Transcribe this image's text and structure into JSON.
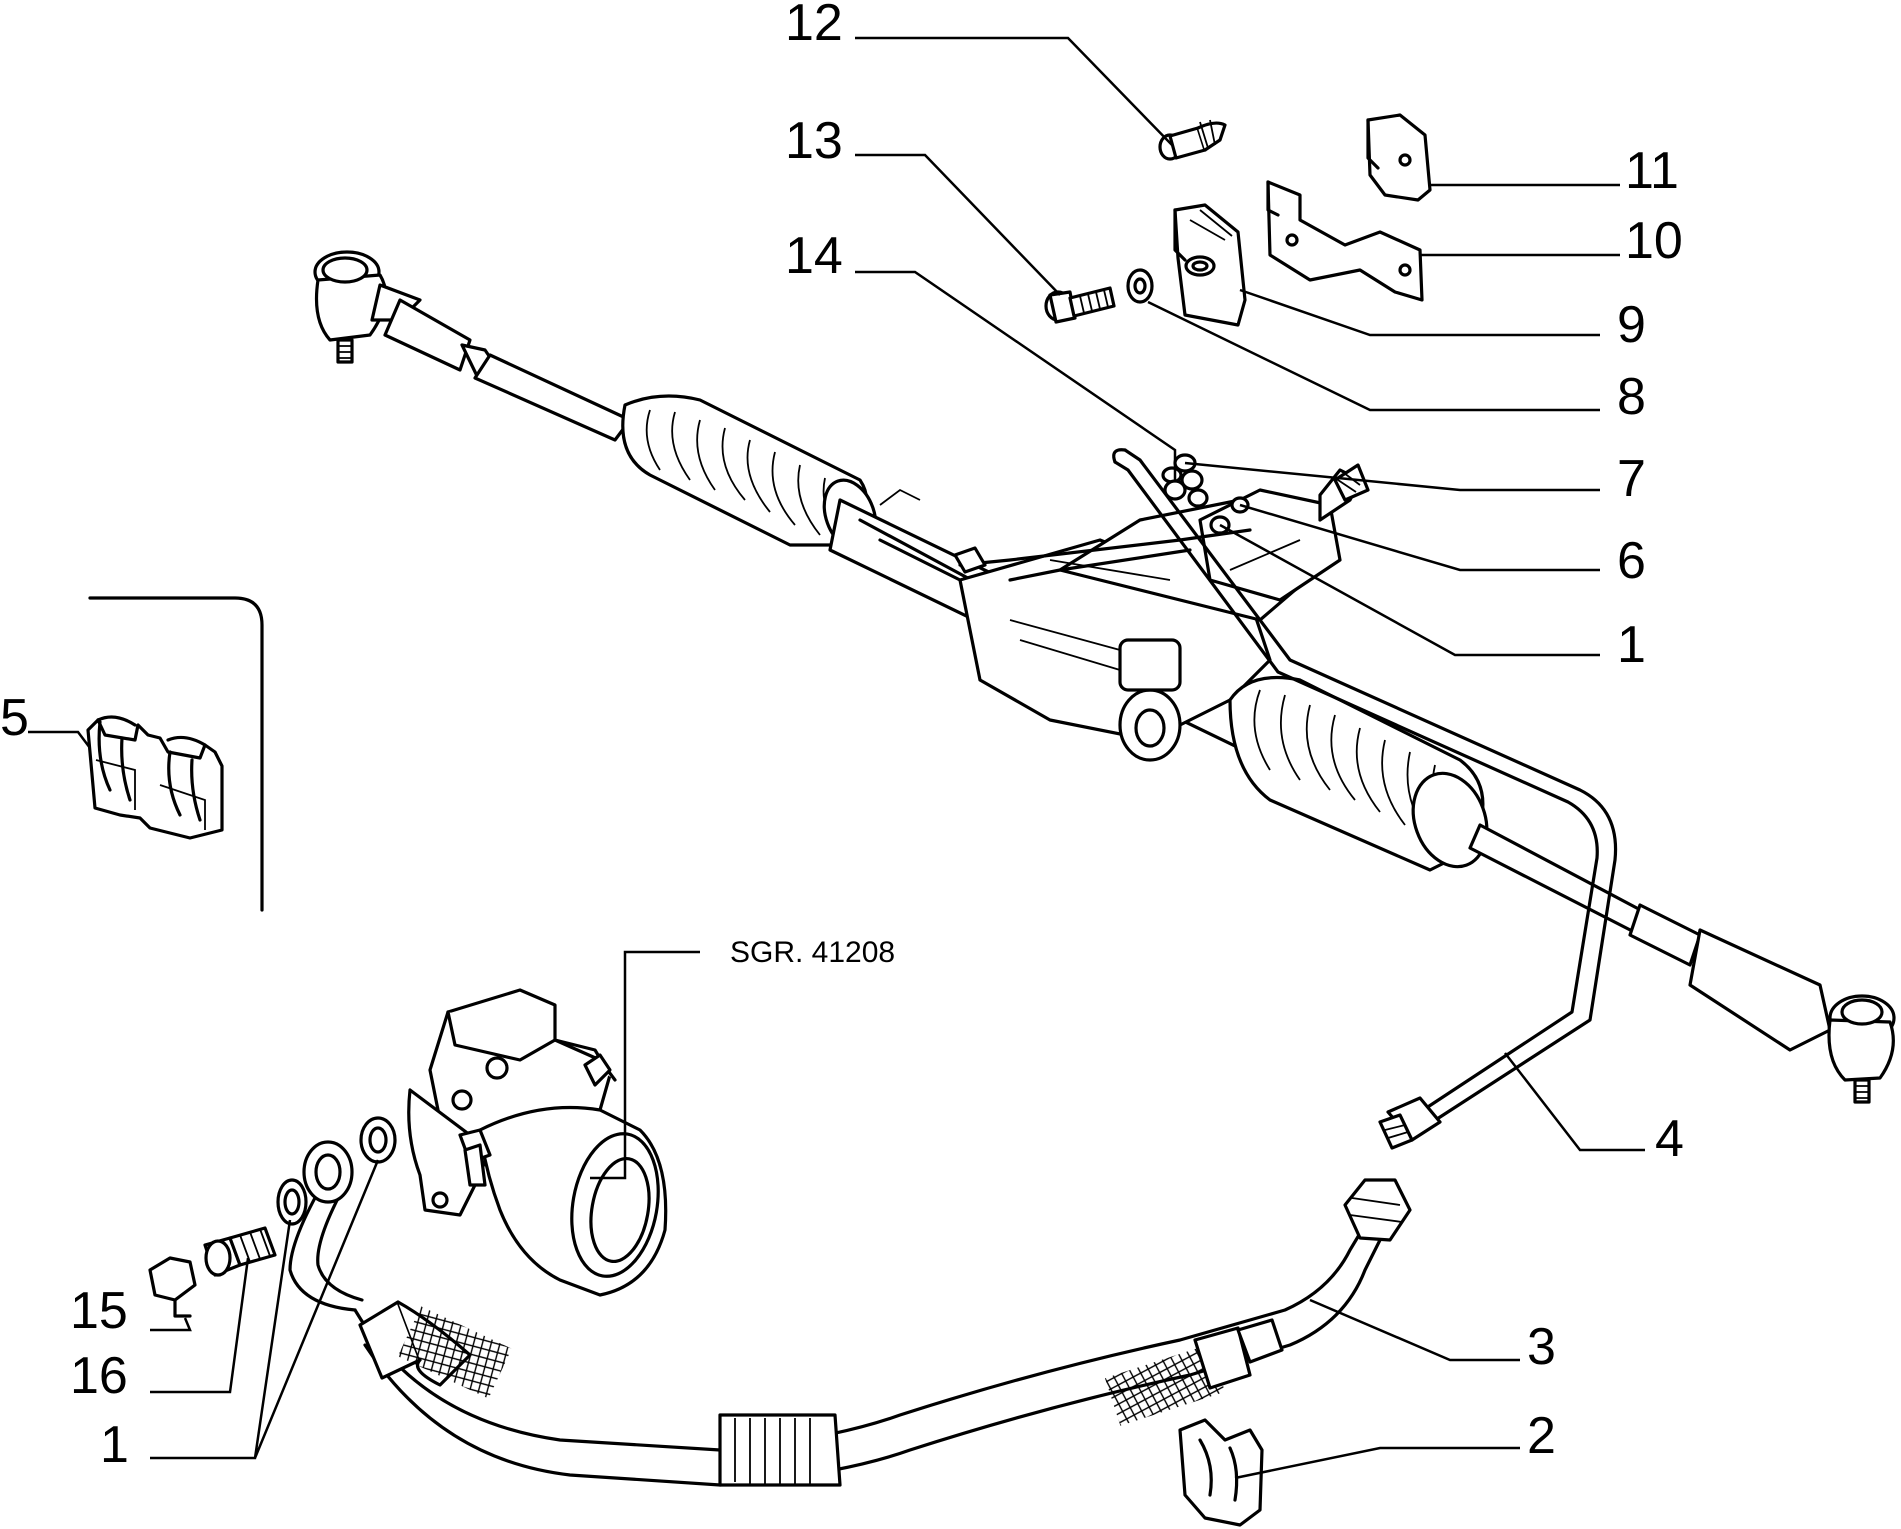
{
  "callouts": {
    "c12": "12",
    "c13": "13",
    "c14": "14",
    "c11": "11",
    "c10": "10",
    "c9": "9",
    "c8": "8",
    "c7": "7",
    "c6": "6",
    "c1_upper": "1",
    "c4": "4",
    "c5": "5",
    "c3": "3",
    "c2": "2",
    "c15": "15",
    "c16": "16",
    "c1_lower": "1"
  },
  "reference": {
    "pump_ref": "SGR. 41208"
  }
}
